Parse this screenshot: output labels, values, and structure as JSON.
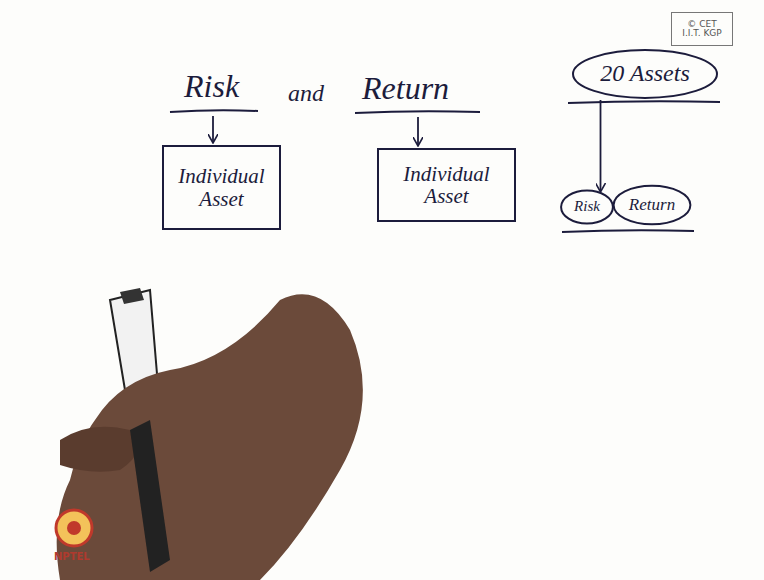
{
  "diagram": {
    "nodes": [
      {
        "text": [
          "Individual Asset"
        ]
      },
      {
        "text": [
          "Individual Asset"
        ]
      },
      {
        "text": [
          "20 Assets"
        ]
      },
      {
        "text": [
          "Risk"
        ]
      },
      {
        "text": [
          "Return"
        ]
      },
      {
        "text": [
          "© CET I.I.T. KGP"
        ]
      }
    ],
    "edges": [
      {
        "from": 2,
        "to": 3,
        "arrow": "to"
      }
    ],
    "labels": [
      "Risk",
      "and",
      "Return",
      "NPTEL"
    ]
  }
}
